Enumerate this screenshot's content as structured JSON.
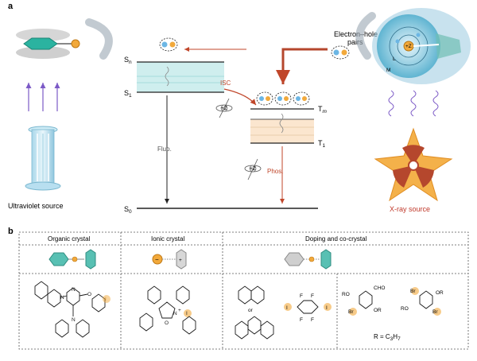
{
  "panel_a": {
    "letter": "a",
    "levels": {
      "sn": "S",
      "sn_sub": "n",
      "s1": "S",
      "s1_sub": "1",
      "s0": "S",
      "s0_sub": "0",
      "tm": "T",
      "tm_sub": "m",
      "t1": "T",
      "t1_sub": "1"
    },
    "isc": "ISC",
    "fluo": "Fluo.",
    "phos": "Phos.",
    "electron_hole_line1": "Electron–hole",
    "electron_hole_line2": "pairs",
    "z_label": "+Z",
    "atom_shell_l": "L",
    "atom_shell_m": "M",
    "uv_source": "Ultraviolet source",
    "xray_source": "X-ray source",
    "colors": {
      "s_band": "#cfeeee",
      "t_band": "#fbe6cf",
      "red_arrow": "#c0462a",
      "xray_label": "#c0392b",
      "teal": "#3fb8aa",
      "uv_purple": "#7b59c6"
    }
  },
  "panel_b": {
    "letter": "b",
    "headers": [
      "Organic crystal",
      "Ionic crystal",
      "Doping and co-crystal"
    ],
    "halogen_label": "I",
    "minus_sign": "−",
    "plus_sign": "+",
    "or_label": "or",
    "fluorine": "F",
    "oxygen": "O",
    "nitrogen": "N",
    "substituents": {
      "ro": "RO",
      "or": "OR",
      "cho": "CHO",
      "br": "Br"
    },
    "r_formula": "R = C",
    "r_sub1": "3",
    "r_mid": "H",
    "r_sub2": "7"
  }
}
